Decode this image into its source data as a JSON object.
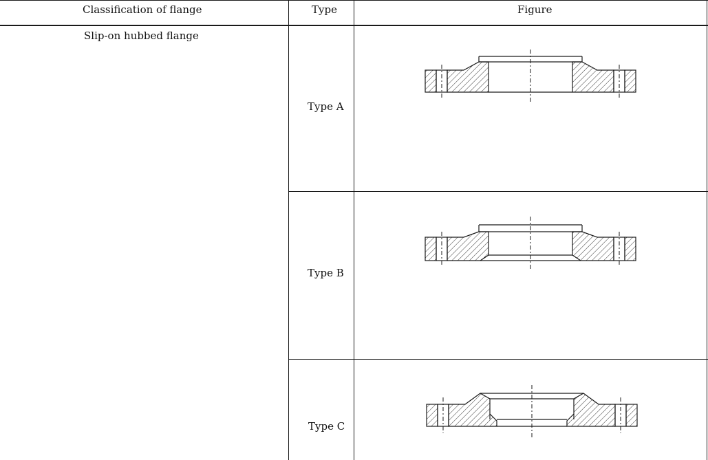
{
  "table": {
    "headers": {
      "classification": "Classification of flange",
      "type": "Type",
      "figure": "Figure"
    },
    "classification_value": "Slip-on hubbed flange",
    "rows": [
      {
        "type": "Type A",
        "figure_icon": "slip-on-hubbed-flange-type-a-section"
      },
      {
        "type": "Type B",
        "figure_icon": "slip-on-hubbed-flange-type-b-section"
      },
      {
        "type": "Type C",
        "figure_icon": "slip-on-hubbed-flange-type-c-section"
      }
    ]
  },
  "colors": {
    "line": "#1a1a1a",
    "background": "#ffffff"
  }
}
